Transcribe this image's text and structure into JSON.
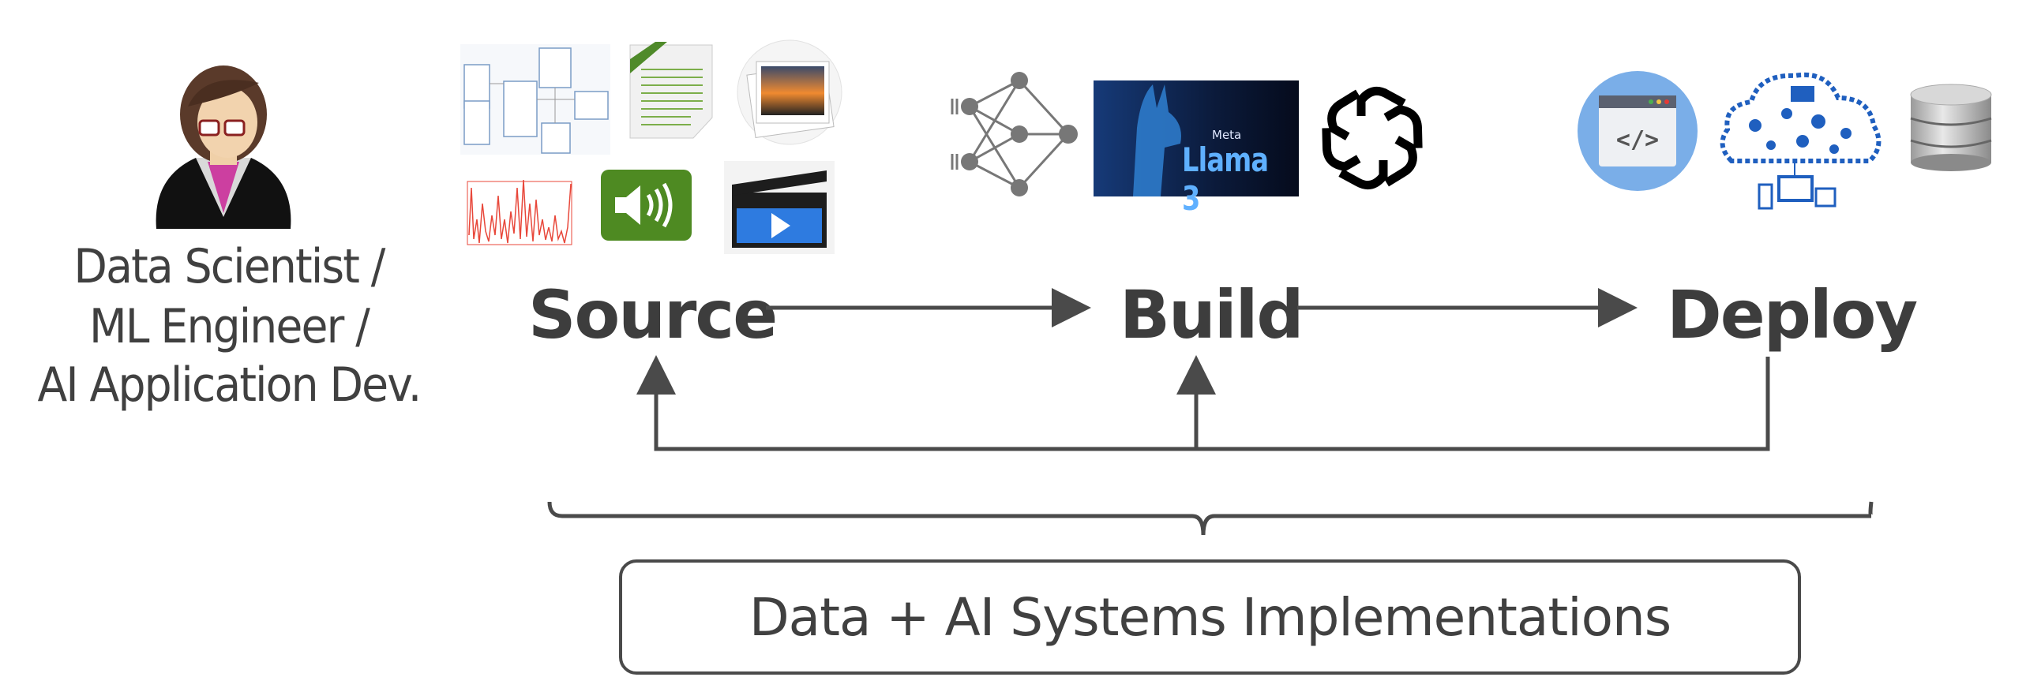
{
  "persona": {
    "lines": [
      "Data Scientist /",
      "ML Engineer /",
      "AI Application Dev."
    ]
  },
  "stages": {
    "source": "Source",
    "build": "Build",
    "deploy": "Deploy"
  },
  "source_icons": [
    "er-diagram-icon",
    "text-document-icon",
    "photo-icon",
    "waveform-chart-icon",
    "audio-speaker-icon",
    "video-clapper-icon"
  ],
  "build_icons": {
    "neural_network": "neural-network-icon",
    "llama": {
      "brand": "Meta",
      "title": "Llama 3"
    },
    "openai": "openai-logo"
  },
  "deploy_icons": [
    "web-code-icon",
    "cloud-iot-icon",
    "database-icon"
  ],
  "summary_label": "Data + AI Systems Implementations",
  "colors": {
    "text": "#404040",
    "line": "#4a4a4a",
    "llama_bg": "#0b1a3a",
    "llama_text": "#5fb0ff",
    "code_circle": "#7aaee8",
    "cloud_blue": "#1f5fbf"
  }
}
